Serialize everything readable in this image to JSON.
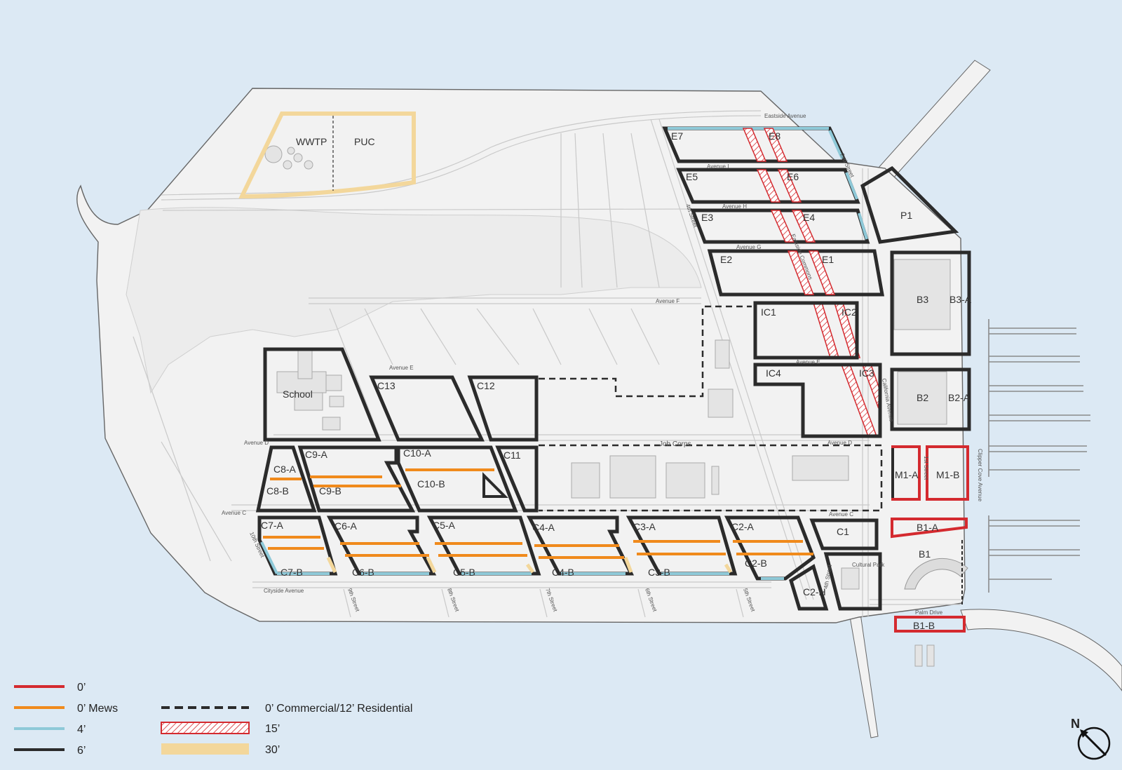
{
  "colors": {
    "water": "#dce9f4",
    "land": "#f2f2f2",
    "zero": "#d42a2f",
    "mews": "#f08a1c",
    "four": "#8ec9d8",
    "six": "#2b2b2b",
    "fifteen": "#d42a2f",
    "thirty": "#f3d79b"
  },
  "legend": [
    {
      "key": "zero",
      "label": "0’",
      "style": "solid-red"
    },
    {
      "key": "mews",
      "label": "0’ Mews",
      "style": "solid-orange"
    },
    {
      "key": "four",
      "label": "4’",
      "style": "solid-blue"
    },
    {
      "key": "six",
      "label": "6’",
      "style": "solid-black"
    },
    {
      "key": "commercial",
      "label": "0’ Commercial/12’ Residential",
      "style": "dashed-black"
    },
    {
      "key": "fifteen",
      "label": "15’",
      "style": "hatched-red"
    },
    {
      "key": "thirty",
      "label": "30’",
      "style": "solid-tan"
    }
  ],
  "north": {
    "label": "N",
    "icon": "north-arrow-icon"
  },
  "parcels": {
    "wwtp": "WWTP",
    "puc": "PUC",
    "e7": "E7",
    "e8": "E8",
    "e5": "E5",
    "e6": "E6",
    "e3": "E3",
    "e4": "E4",
    "e2": "E2",
    "e1": "E1",
    "p1": "P1",
    "b3": "B3",
    "b3a": "B3-A",
    "b2": "B2",
    "b2a": "B2-A",
    "ic1": "IC1",
    "ic2": "IC2",
    "ic3": "IC3",
    "ic4": "IC4",
    "school": "School",
    "c13": "C13",
    "c12": "C12",
    "c11": "C11",
    "c10a": "C10-A",
    "c10b": "C10-B",
    "c9a": "C9-A",
    "c9b": "C9-B",
    "c8a": "C8-A",
    "c8b": "C8-B",
    "c7a": "C7-A",
    "c7b": "C7-B",
    "c6a": "C6-A",
    "c6b": "C6-B",
    "c5a": "C5-A",
    "c5b": "C5-B",
    "c4a": "C4-A",
    "c4b": "C4-B",
    "c3a": "C3-A",
    "c3b": "C3-B",
    "c2a": "C2-A",
    "c2b": "C2-B",
    "c2h": "C2-H",
    "c1": "C1",
    "m1a": "M1-A",
    "m1b": "M1-B",
    "b1a": "B1-A",
    "b1": "B1",
    "b1b": "B1-B",
    "cultural_park": "Cultural Park",
    "job_corps": "Job Corps"
  },
  "streets": {
    "eastside_ave": "Eastside Avenue",
    "second_st": "2nd Street",
    "ave_i": "Avenue I",
    "ave_h": "Avenue H",
    "fourth_st": "4th Street",
    "ave_g": "Avenue G",
    "eastside_commons": "Eastside Commons",
    "ave_f": "Avenue F",
    "ave_e_west": "Avenue E",
    "ave_e_east": "Avenue E",
    "ave_d_west": "Avenue D",
    "ave_d_east": "Avenue D",
    "ave_c_west": "Avenue C",
    "ave_c_east": "Avenue C",
    "california_ave": "California Avenue",
    "first_st": "1st Street",
    "clipper_cove_ave": "Clipper Cove Avenue",
    "tenth_st": "10th Street",
    "cityside_ave": "Cityside Avenue",
    "ninth_st": "9th Street",
    "eighth_st": "8th Street",
    "seventh_st": "7th Street",
    "sixth_st": "6th Street",
    "fifth_st": "5th Street",
    "fourth_st_south": "4th Street",
    "palm_drive": "Palm Drive"
  }
}
